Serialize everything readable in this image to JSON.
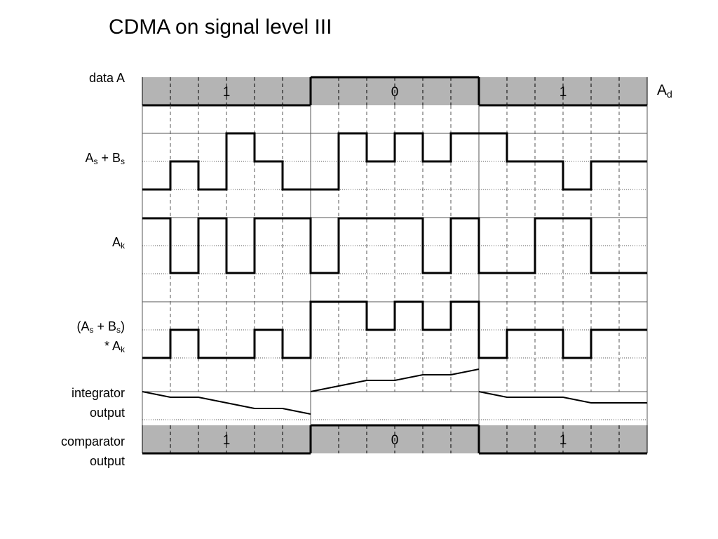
{
  "title": "CDMA on signal level III",
  "labels": {
    "data_a": "data A",
    "as_bs_main": "A",
    "as_bs_sub1": "s",
    "as_bs_mid": " + B",
    "as_bs_sub2": "s",
    "ak_main": "A",
    "ak_sub": "k",
    "prod_l1_a": "(A",
    "prod_l1_sub1": "s",
    "prod_l1_b": " + B",
    "prod_l1_sub2": "s",
    "prod_l1_c": ")",
    "prod_l2_a": "* A",
    "prod_l2_sub": "k",
    "integrator_l1": "integrator",
    "integrator_l2": "output",
    "comparator_l1": "comparator",
    "comparator_l2": "output",
    "ad_main": "A",
    "ad_sub": "d"
  },
  "chart_data": {
    "type": "timing-diagram",
    "bits_per_signal": 3,
    "chips_per_bit": 6,
    "data_a_bits": [
      "1",
      "0",
      "1"
    ],
    "comparator_output_bits": [
      "1",
      "0",
      "1"
    ],
    "as_plus_bs_chips": [
      -2,
      0,
      -2,
      2,
      0,
      -2,
      -2,
      2,
      0,
      2,
      0,
      2,
      2,
      0,
      0,
      -2,
      0,
      0
    ],
    "ak_chips": [
      1,
      -1,
      1,
      -1,
      1,
      1,
      -1,
      1,
      1,
      1,
      -1,
      1,
      -1,
      -1,
      1,
      1,
      -1,
      -1
    ],
    "product_chips": [
      -2,
      0,
      -2,
      -2,
      0,
      -2,
      2,
      2,
      0,
      2,
      0,
      2,
      -2,
      0,
      0,
      -2,
      0,
      0
    ],
    "integrator_output": [
      0,
      -2,
      -2,
      -4,
      -6,
      -6,
      -8,
      0,
      2,
      4,
      4,
      6,
      6,
      8,
      0,
      -2,
      -2,
      -2,
      -4,
      -4,
      -4
    ]
  },
  "colors": {
    "bit_fill": "#b4b4b4",
    "line": "#000000",
    "grid": "#555555"
  }
}
